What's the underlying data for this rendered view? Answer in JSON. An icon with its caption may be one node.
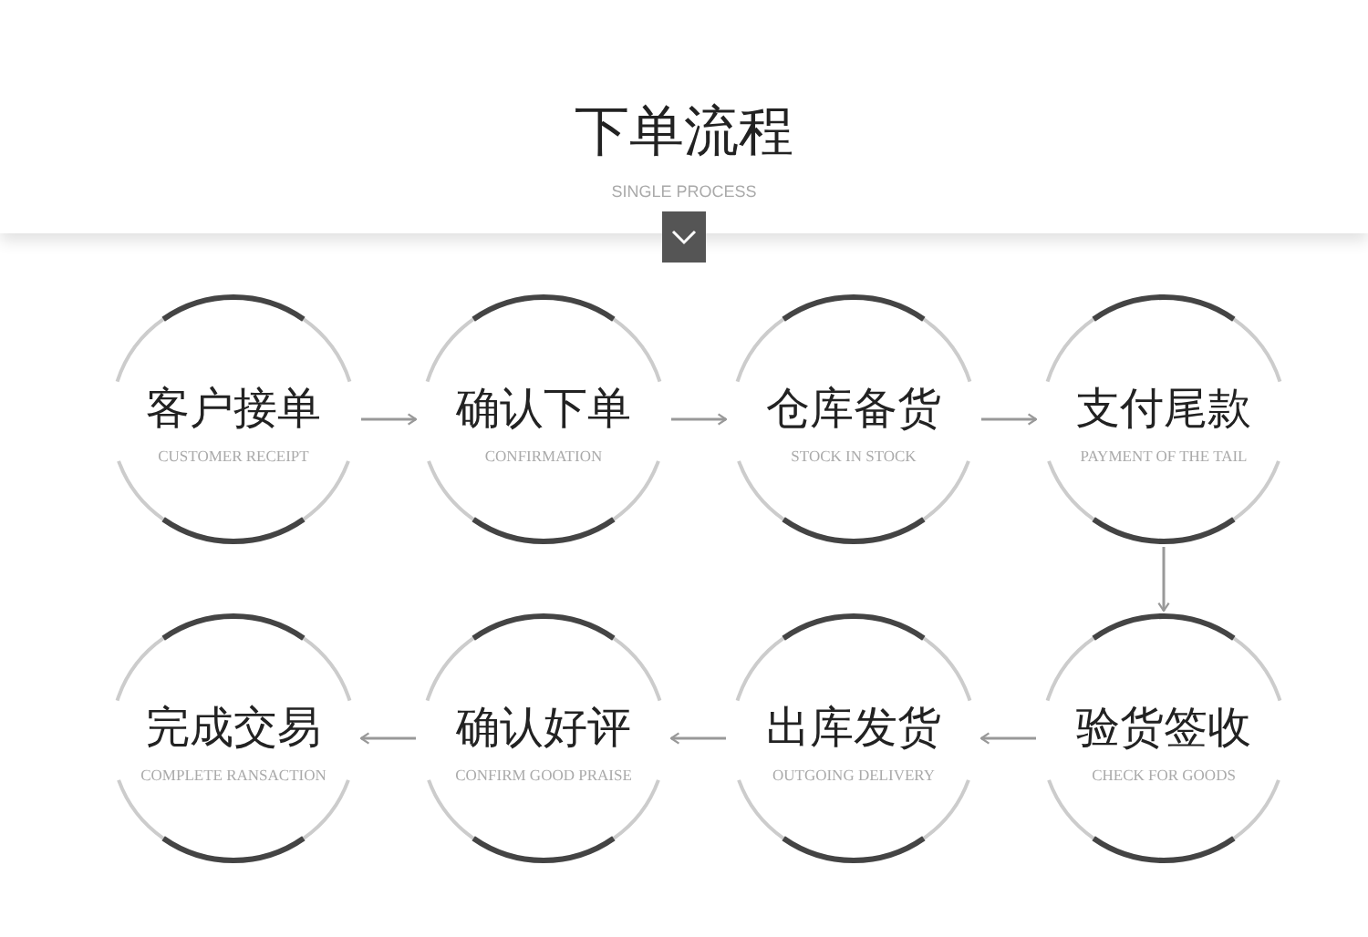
{
  "diagram": {
    "title": "下单流程",
    "nodes": [
      {
        "text": [
          "客户接单",
          "CUSTOMER RECEIPT"
        ]
      },
      {
        "text": [
          "确认下单",
          "CONFIRMATION"
        ]
      },
      {
        "text": [
          "仓库备货",
          "STOCK IN STOCK"
        ]
      },
      {
        "text": [
          "支付尾款",
          "PAYMENT OF THE TAIL"
        ]
      },
      {
        "text": [
          "完成交易",
          "COMPLETE RANSACTION"
        ]
      },
      {
        "text": [
          "确认好评",
          "CONFIRM GOOD PRAISE"
        ]
      },
      {
        "text": [
          "出库发货",
          "OUTGOING DELIVERY"
        ]
      },
      {
        "text": [
          "验货签收",
          "CHECK FOR GOODS"
        ]
      }
    ],
    "edges": [
      {
        "from": 0,
        "to": 1,
        "arrow": "to"
      },
      {
        "from": 1,
        "to": 2,
        "arrow": "to"
      },
      {
        "from": 2,
        "to": 3,
        "arrow": "to"
      },
      {
        "from": 3,
        "to": 7,
        "arrow": "to"
      },
      {
        "from": 7,
        "to": 6,
        "arrow": "to"
      },
      {
        "from": 6,
        "to": 5,
        "arrow": "to"
      },
      {
        "from": 5,
        "to": 4,
        "arrow": "to"
      }
    ],
    "labels": [
      "SINGLE PROCESS"
    ]
  }
}
